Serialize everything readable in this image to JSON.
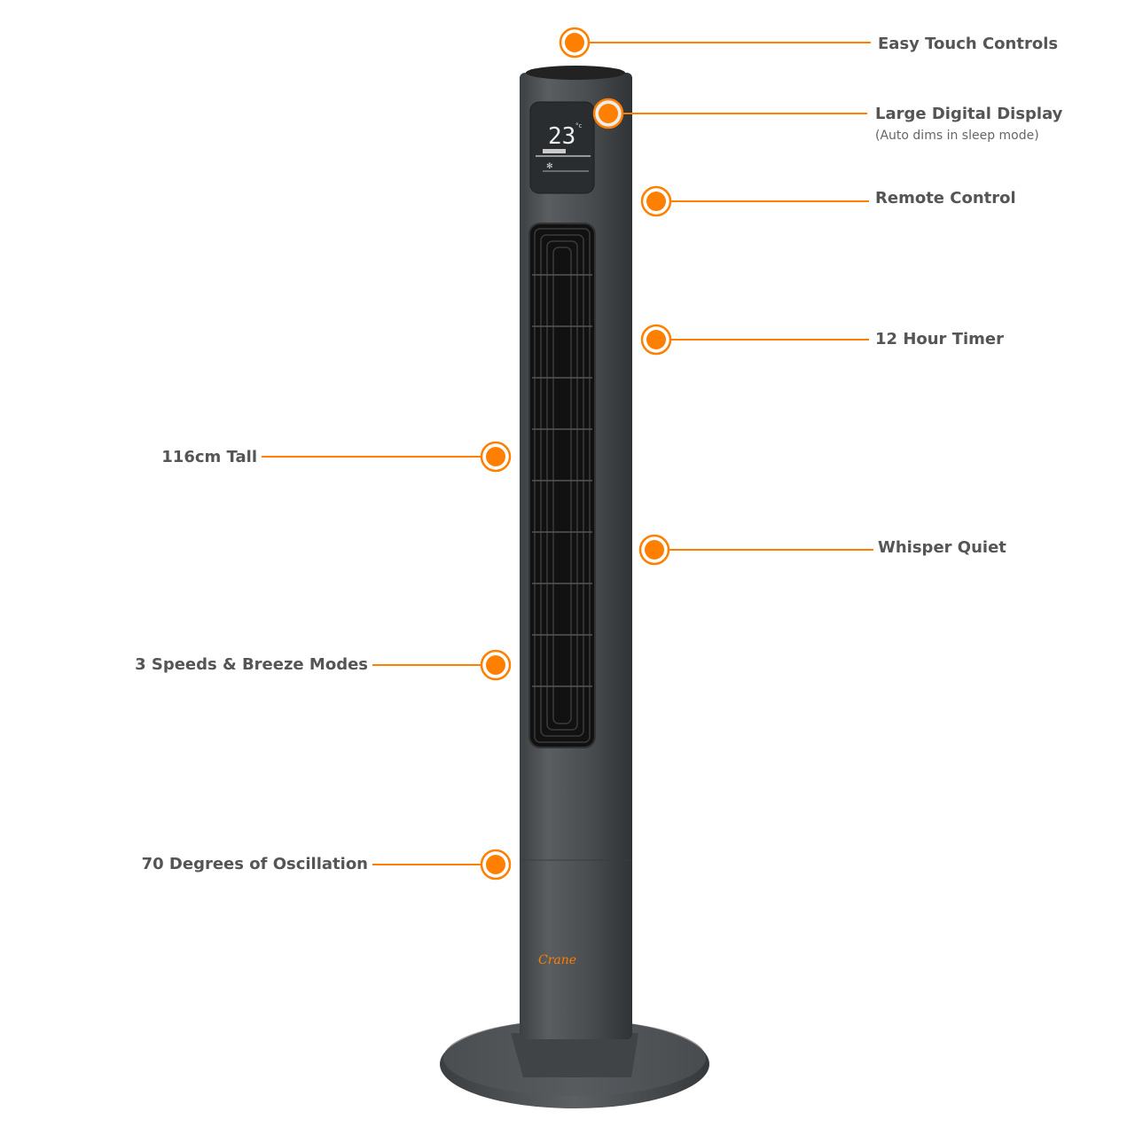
{
  "colors": {
    "accent": "#ff7f00",
    "text": "#555555",
    "fan_body": "#4a4e50"
  },
  "product": {
    "brand": "Crane",
    "display_reading": "23",
    "display_unit": "°c"
  },
  "callouts": [
    {
      "label": "Easy Touch Controls"
    },
    {
      "label": "Large Digital Display",
      "sublabel": "(Auto dims in sleep mode)"
    },
    {
      "label": "Remote Control"
    },
    {
      "label": "12 Hour Timer"
    },
    {
      "label": "116cm Tall"
    },
    {
      "label": "Whisper Quiet"
    },
    {
      "label": "3 Speeds & Breeze Modes"
    },
    {
      "label": "70 Degrees of Oscillation"
    }
  ]
}
